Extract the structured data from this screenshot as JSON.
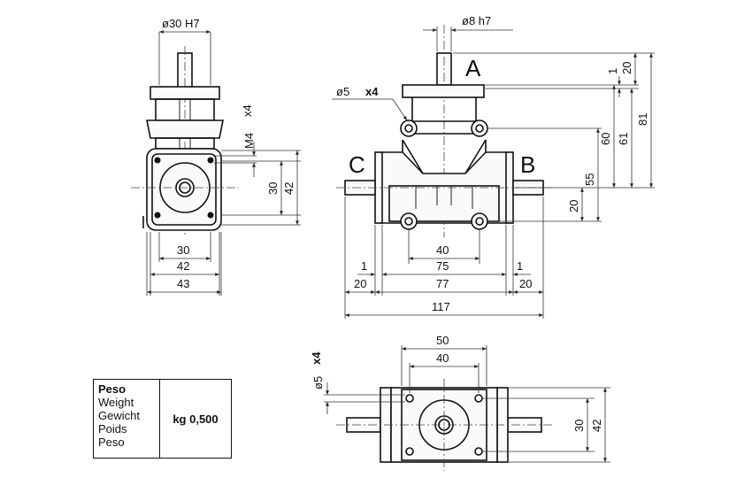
{
  "views": {
    "side": {
      "shaft_fit": "ø30 H7",
      "thread_label": "M4",
      "thread_count": "x4",
      "dims": {
        "d30": "30",
        "d42": "42",
        "w30": "30",
        "w42": "42",
        "w43": "43"
      }
    },
    "front": {
      "shaft_fit": "ø8 h7",
      "hole_label": "ø5",
      "hole_count": "x4",
      "labels": {
        "a": "A",
        "b": "B",
        "c": "C"
      },
      "vdims": {
        "v1": "1",
        "v20": "20",
        "v60": "60",
        "v61": "61",
        "v81": "81",
        "v55": "55",
        "v20b": "20"
      },
      "hdims": {
        "h40": "40",
        "h1l": "1",
        "h75": "75",
        "h1r": "1",
        "h20l": "20",
        "h77": "77",
        "h20r": "20",
        "h117": "117"
      }
    },
    "bottom": {
      "hole_label": "ø5",
      "hole_count": "x4",
      "dims": {
        "w50": "50",
        "w40": "40",
        "h30": "30",
        "h42": "42"
      }
    }
  },
  "weight": {
    "labels": [
      "Peso",
      "Weight",
      "Gewicht",
      "Poids",
      "Peso"
    ],
    "value": "kg 0,500"
  }
}
